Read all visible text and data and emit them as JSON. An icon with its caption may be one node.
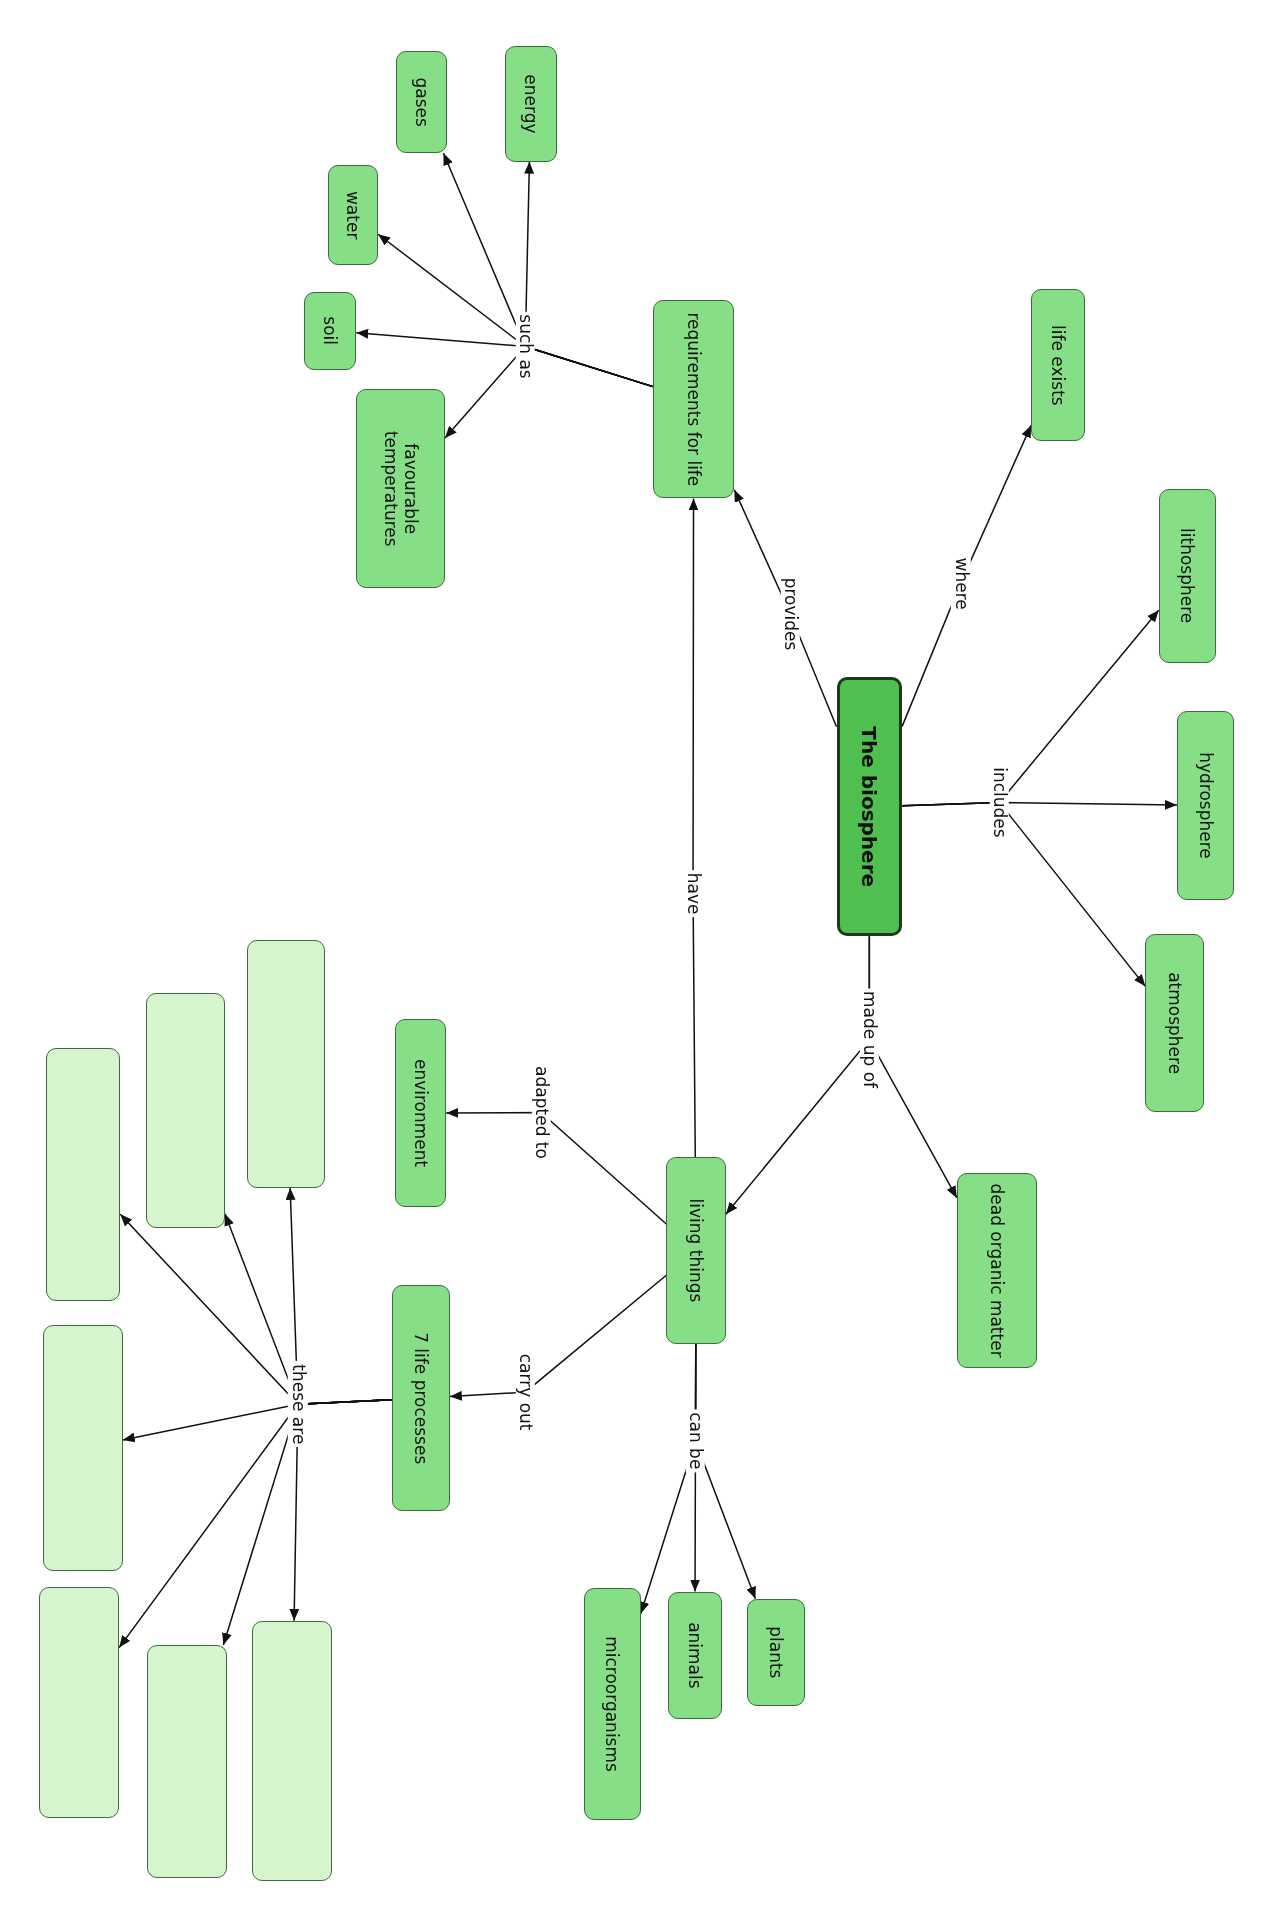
{
  "diagram": {
    "nodes": [
      {
        "text": [
          "The biosphere"
        ]
      },
      {
        "text": [
          "life exists"
        ]
      },
      {
        "text": [
          "lithosphere"
        ]
      },
      {
        "text": [
          "hydrosphere"
        ]
      },
      {
        "text": [
          "atmosphere"
        ]
      },
      {
        "text": [
          "dead organic matter"
        ]
      },
      {
        "text": [
          "requirements for life"
        ]
      },
      {
        "text": [
          "energy"
        ]
      },
      {
        "text": [
          "gases"
        ]
      },
      {
        "text": [
          "water"
        ]
      },
      {
        "text": [
          "soil"
        ]
      },
      {
        "text": [
          "favourable temperatures"
        ]
      },
      {
        "text": [
          "living things"
        ]
      },
      {
        "text": [
          "environment"
        ]
      },
      {
        "text": [
          "7 life processes"
        ]
      },
      {
        "text": [
          "plants"
        ]
      },
      {
        "text": [
          "animals"
        ]
      },
      {
        "text": [
          "microorganisms"
        ]
      },
      {
        "text": [],
        "shape": "box"
      },
      {
        "text": [],
        "shape": "box"
      },
      {
        "text": [],
        "shape": "box"
      },
      {
        "text": [],
        "shape": "box"
      },
      {
        "text": [],
        "shape": "box"
      },
      {
        "text": [],
        "shape": "box"
      },
      {
        "text": [],
        "shape": "box"
      }
    ],
    "edges": [
      {
        "from": 0,
        "to": 6,
        "arrow": "to",
        "label": "provides"
      },
      {
        "from": 0,
        "to": 1,
        "arrow": "to",
        "label": "where"
      },
      {
        "from": 0,
        "to": 2,
        "arrow": "to"
      },
      {
        "from": 0,
        "to": 3,
        "arrow": "to",
        "label": "includes"
      },
      {
        "from": 0,
        "to": 4,
        "arrow": "to"
      },
      {
        "from": 0,
        "to": 12,
        "arrow": "to",
        "label": "made up of"
      },
      {
        "from": 0,
        "to": 5,
        "arrow": "to"
      },
      {
        "from": 6,
        "to": 7,
        "arrow": "to"
      },
      {
        "from": 6,
        "to": 8,
        "arrow": "to"
      },
      {
        "from": 6,
        "to": 9,
        "arrow": "to"
      },
      {
        "from": 6,
        "to": 10,
        "arrow": "to",
        "label": "such as"
      },
      {
        "from": 6,
        "to": 11,
        "arrow": "to"
      },
      {
        "from": 12,
        "to": 6,
        "arrow": "to",
        "label": "have"
      },
      {
        "from": 12,
        "to": 13,
        "arrow": "to",
        "label": "adapted to"
      },
      {
        "from": 12,
        "to": 14,
        "arrow": "to",
        "label": "carry out"
      },
      {
        "from": 12,
        "to": 15,
        "arrow": "to"
      },
      {
        "from": 12,
        "to": 16,
        "arrow": "to",
        "label": "can be"
      },
      {
        "from": 12,
        "to": 17,
        "arrow": "to"
      },
      {
        "from": 14,
        "to": 18,
        "arrow": "to"
      },
      {
        "from": 14,
        "to": 19,
        "arrow": "to"
      },
      {
        "from": 14,
        "to": 20,
        "arrow": "to"
      },
      {
        "from": 14,
        "to": 21,
        "arrow": "to",
        "label": "these are"
      },
      {
        "from": 14,
        "to": 22,
        "arrow": "to"
      },
      {
        "from": 14,
        "to": 23,
        "arrow": "to"
      },
      {
        "from": 14,
        "to": 24,
        "arrow": "to"
      }
    ]
  }
}
